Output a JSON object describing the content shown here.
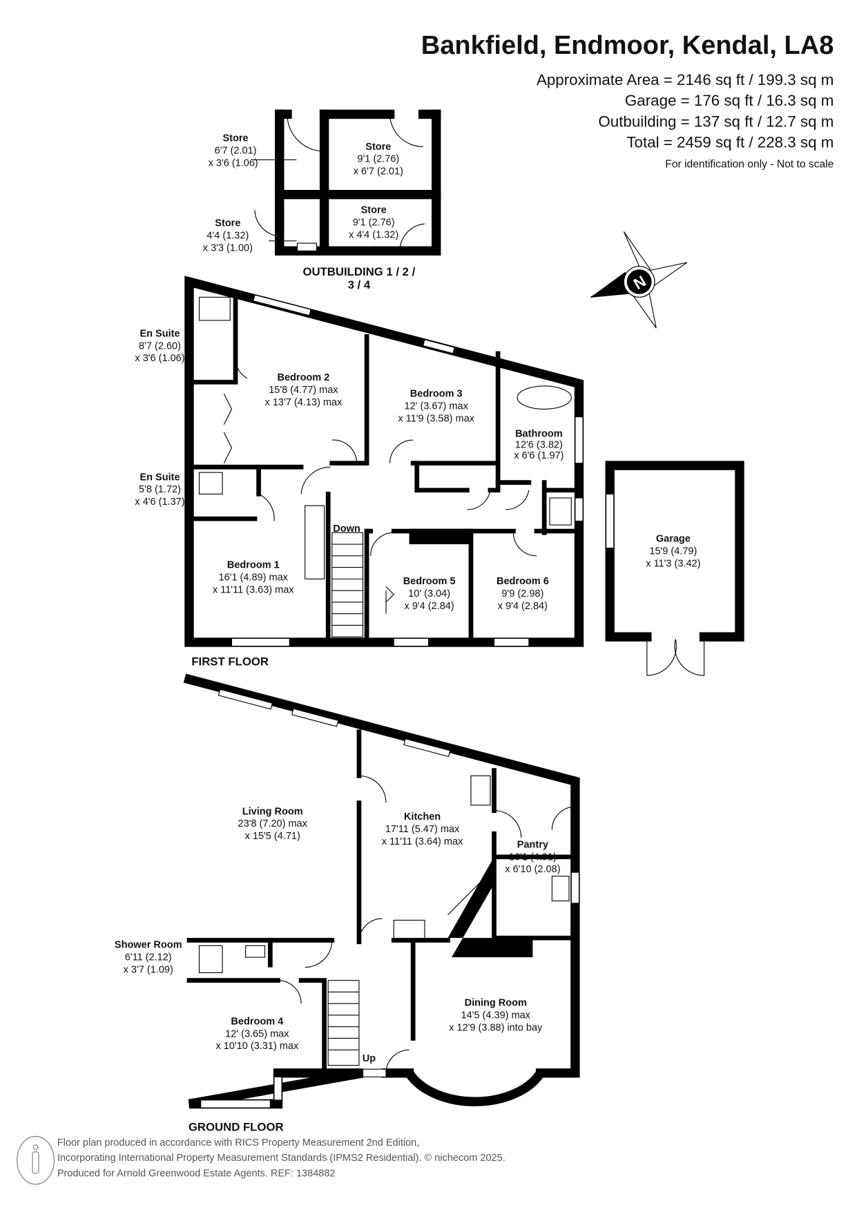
{
  "header": {
    "title": "Bankfield, Endmoor, Kendal, LA8",
    "areas": [
      "Approximate Area = 2146 sq ft / 199.3 sq m",
      "Garage = 176 sq ft / 16.3 sq m",
      "Outbuilding = 137 sq ft / 12.7 sq m",
      "Total = 2459 sq ft / 228.3 sq m"
    ],
    "note": "For identification only - Not to scale"
  },
  "outbuilding": {
    "label_line1": "OUTBUILDING 1 / 2 /",
    "label_line2": "3 / 4",
    "rooms": [
      {
        "name": "Store",
        "dim1": "6'7 (2.01)",
        "dim2": "x 3'6 (1.06)"
      },
      {
        "name": "Store",
        "dim1": "9'1 (2.76)",
        "dim2": "x 6'7 (2.01)"
      },
      {
        "name": "Store",
        "dim1": "4'4 (1.32)",
        "dim2": "x 3'3 (1.00)"
      },
      {
        "name": "Store",
        "dim1": "9'1 (2.76)",
        "dim2": "x 4'4 (1.32)"
      }
    ]
  },
  "first_floor": {
    "label": "FIRST FLOOR",
    "stairs_label": "Down",
    "rooms": [
      {
        "name": "En Suite",
        "dim1": "8'7 (2.60)",
        "dim2": "x 3'6 (1.06)"
      },
      {
        "name": "Bedroom 2",
        "dim1": "15'8 (4.77) max",
        "dim2": "x 13'7 (4.13) max"
      },
      {
        "name": "Bedroom 3",
        "dim1": "12' (3.67) max",
        "dim2": "x 11'9 (3.58) max"
      },
      {
        "name": "Bathroom",
        "dim1": "12'6 (3.82)",
        "dim2": "x 6'6 (1.97)"
      },
      {
        "name": "En Suite",
        "dim1": "5'8 (1.72)",
        "dim2": "x 4'6 (1.37)"
      },
      {
        "name": "Bedroom 1",
        "dim1": "16'1 (4.89) max",
        "dim2": "x 11'11 (3.63) max"
      },
      {
        "name": "Bedroom 5",
        "dim1": "10' (3.04)",
        "dim2": "x 9'4 (2.84)"
      },
      {
        "name": "Bedroom 6",
        "dim1": "9'9 (2.98)",
        "dim2": "x 9'4 (2.84)"
      }
    ]
  },
  "garage": {
    "name": "Garage",
    "dim1": "15'9 (4.79)",
    "dim2": "x 11'3 (3.42)"
  },
  "ground_floor": {
    "label": "GROUND FLOOR",
    "stairs_label": "Up",
    "rooms": [
      {
        "name": "Living Room",
        "dim1": "23'8 (7.20) max",
        "dim2": "x 15'5 (4.71)"
      },
      {
        "name": "Kitchen",
        "dim1": "17'11 (5.47) max",
        "dim2": "x 11'11 (3.64) max"
      },
      {
        "name": "Pantry",
        "dim1": "16'1 (4.91)",
        "dim2": "x 6'10 (2.08)"
      },
      {
        "name": "Shower Room",
        "dim1": "6'11 (2.12)",
        "dim2": "x 3'7 (1.09)"
      },
      {
        "name": "Bedroom 4",
        "dim1": "12' (3.65) max",
        "dim2": "x 10'10 (3.31) max"
      },
      {
        "name": "Dining Room",
        "dim1": "14'5 (4.39) max",
        "dim2": "x 12'9 (3.88) into bay"
      }
    ]
  },
  "compass": {
    "label": "N"
  },
  "footer": {
    "lines": [
      "Floor plan produced in accordance with RICS Property Measurement 2nd Edition,",
      "Incorporating International Property Measurement Standards (IPMS2 Residential).   © nichecom 2025.",
      "Produced for Arnold Greenwood Estate Agents.   REF: 1384882"
    ]
  }
}
